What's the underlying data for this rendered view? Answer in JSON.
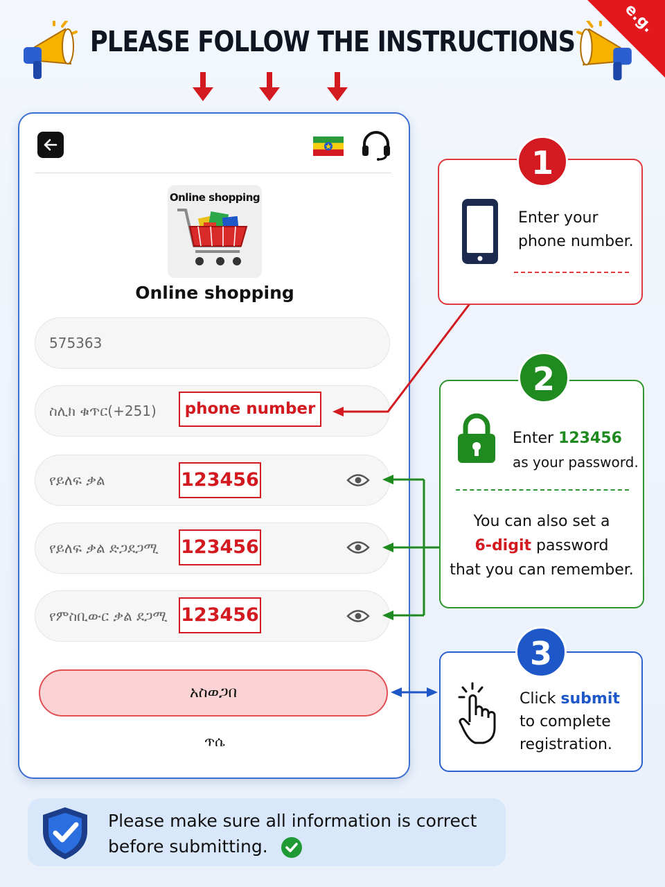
{
  "header": {
    "title": "PLEASE FOLLOW THE INSTRUCTIONS",
    "corner_tag": "e.g."
  },
  "app": {
    "logo_caption": "Online shopping",
    "name": "Online shopping",
    "fields": {
      "invite_code_value": "575363",
      "phone_label": "ስሊክ ቁጥር(+251)",
      "phone_hint": "phone number",
      "password_label": "የይለፍ ቃል",
      "password_value": "123456",
      "confirm_password_label": "የይለፍ ቃል ድጋደጋሚ",
      "confirm_password_value": "123456",
      "withdraw_password_label": "የምስቢውር ቃል ደጋሚ",
      "withdraw_password_value": "123456"
    },
    "submit_label": "አስወጋበ",
    "login_label": "ጥሴ"
  },
  "steps": [
    {
      "number": "1",
      "line1": "Enter your",
      "line2": "phone number."
    },
    {
      "number": "2",
      "enter_prefix": "Enter",
      "password_highlight": "123456",
      "line2": "as your password.",
      "note_line1": "You can also set a",
      "note_highlight": "6-digit",
      "note_line2_rest": "password",
      "note_line3": "that you can remember."
    },
    {
      "number": "3",
      "click_prefix": "Click",
      "submit_highlight": "submit",
      "line2": "to complete",
      "line3": "registration."
    }
  ],
  "footer": {
    "line1": "Please make sure all information is correct",
    "line2": "before submitting."
  },
  "colors": {
    "red": "#d21a20",
    "green": "#1f8a1f",
    "blue": "#1e58c8",
    "card_border_blue": "#3c6fd3"
  },
  "icons": [
    "megaphone-icon",
    "arrow-down-icon",
    "back-arrow-icon",
    "ethiopia-flag-icon",
    "headset-icon",
    "shopping-cart-icon",
    "eye-icon",
    "phone-icon",
    "lock-icon",
    "pointer-hand-icon",
    "shield-check-icon",
    "check-circle-icon"
  ]
}
